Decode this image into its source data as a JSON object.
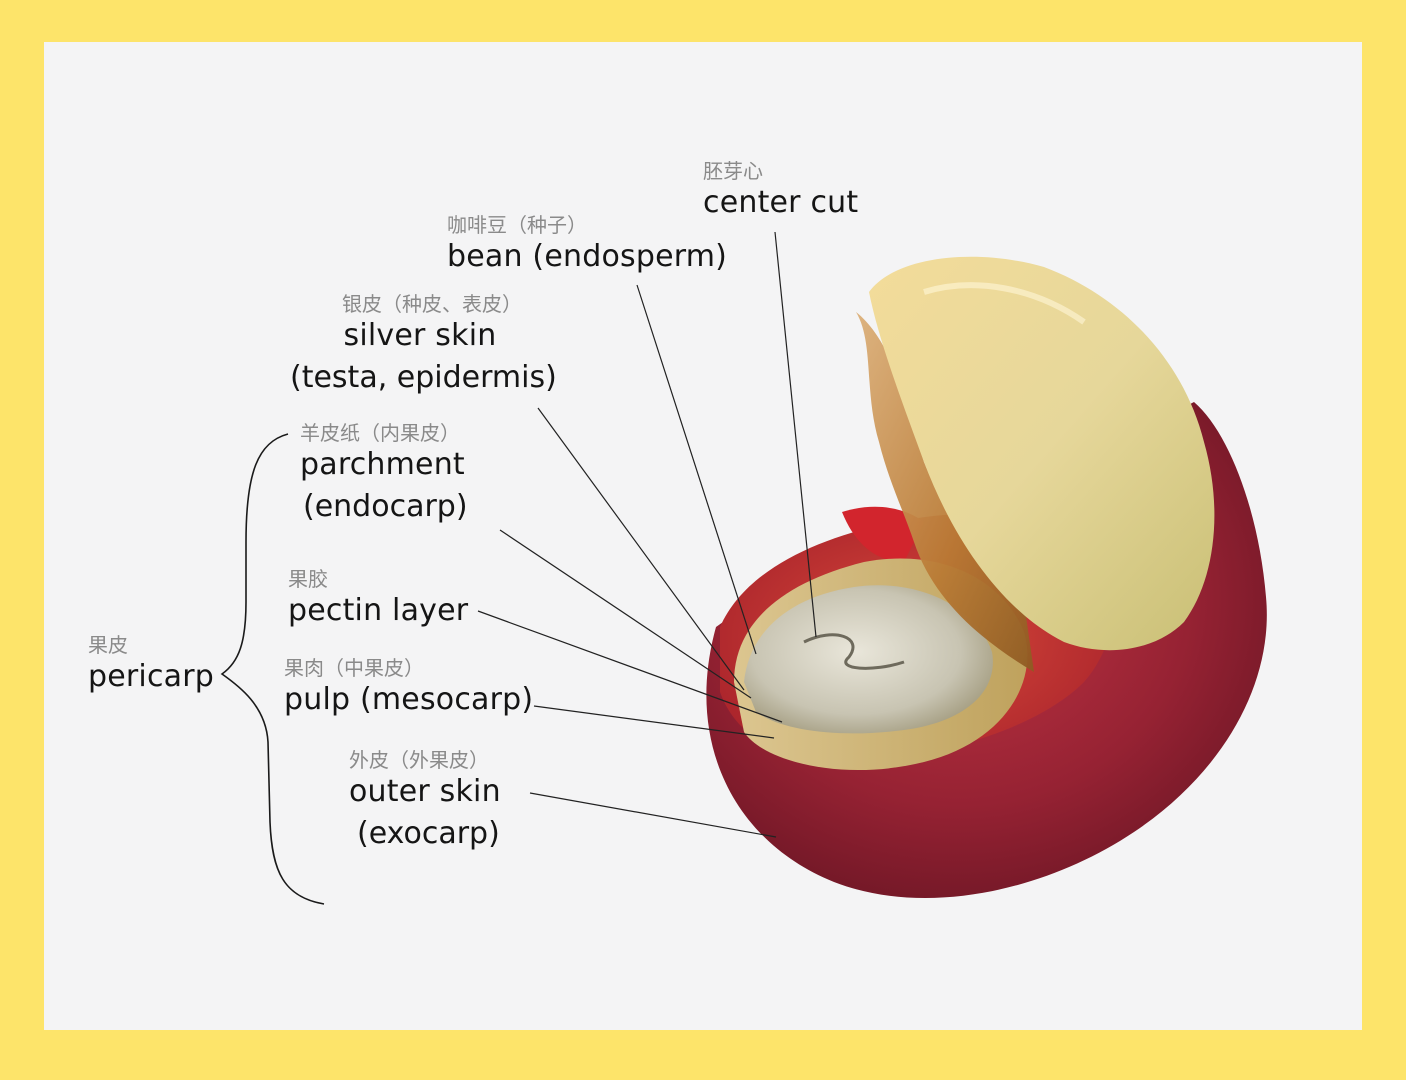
{
  "labels": {
    "center_cut": {
      "zh": "胚芽心",
      "en": "center cut"
    },
    "bean": {
      "zh": "咖啡豆（种子）",
      "en": "bean (endosperm)"
    },
    "silver_skin": {
      "zh": "银皮（种皮、表皮）",
      "en": "silver skin",
      "en2": "(testa, epidermis)"
    },
    "parchment": {
      "zh": "羊皮纸（内果皮）",
      "en": "parchment",
      "en2": "(endocarp)"
    },
    "pectin": {
      "zh": "果胶",
      "en": "pectin layer"
    },
    "pericarp": {
      "zh": "果皮",
      "en": "pericarp"
    },
    "pulp": {
      "zh": "果肉（中果皮）",
      "en": "pulp (mesocarp)"
    },
    "outer_skin": {
      "zh": "外皮（外果皮）",
      "en": "outer skin",
      "en2": "(exocarp)"
    }
  },
  "colors": {
    "frame": "#fde46a",
    "background": "#f4f4f5",
    "cherry_skin": "#8e1f2c",
    "bean": "#e9d692",
    "leader_line": "#222222"
  }
}
